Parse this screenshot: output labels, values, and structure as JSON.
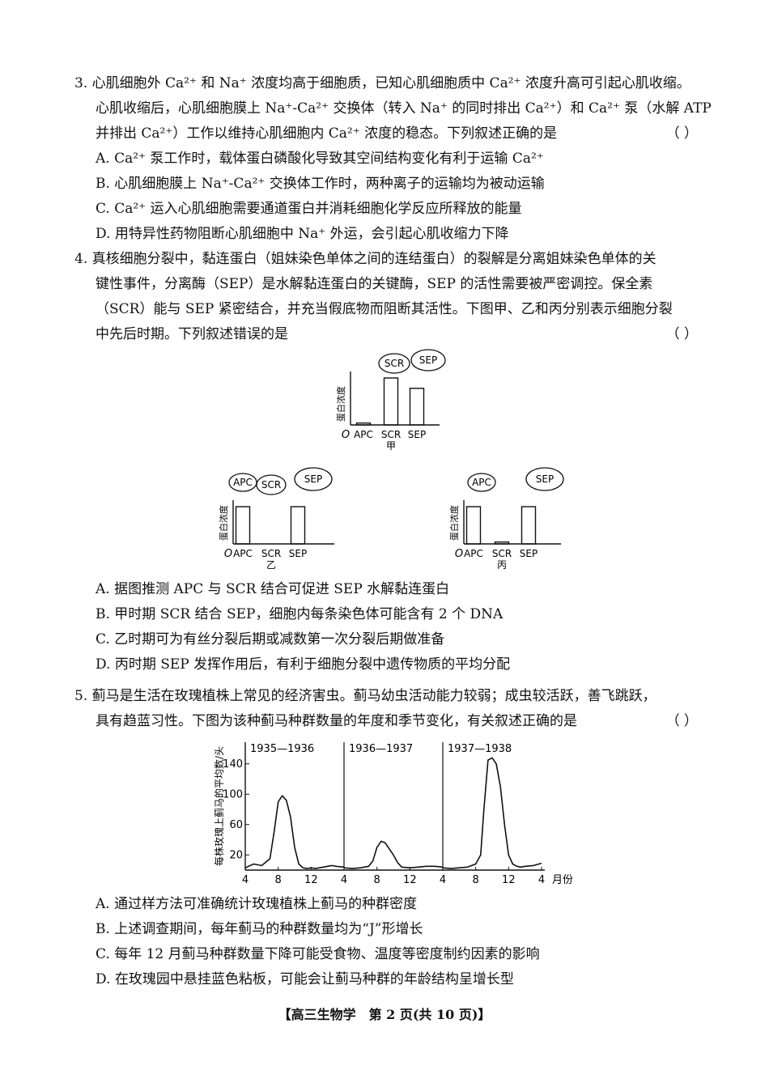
{
  "q3": {
    "lines": [
      "3. 心肌细胞外 Ca²⁺ 和 Na⁺ 浓度均高于细胞质，已知心肌细胞质中 Ca²⁺ 浓度升高可引起心肌收缩。",
      "心肌收缩后，心肌细胞膜上 Na⁺-Ca²⁺ 交换体（转入 Na⁺ 的同时排出 Ca²⁺）和 Ca²⁺ 泵（水解 ATP",
      "并排出 Ca²⁺）工作以维持心肌细胞内 Ca²⁺ 浓度的稳态。下列叙述正确的是"
    ],
    "bracket": "（    ）",
    "options": [
      "A. Ca²⁺ 泵工作时，载体蛋白磷酸化导致其空间结构变化有利于运输 Ca²⁺",
      "B. 心肌细胞膜上 Na⁺-Ca²⁺ 交换体工作时，两种离子的运输均为被动运输",
      "C. Ca²⁺ 运入心肌细胞需要通道蛋白并消耗细胞化学反应所释放的能量",
      "D. 用特异性药物阻断心肌细胞中 Na⁺ 外运，会引起心肌收缩力下降"
    ]
  },
  "q4": {
    "lines": [
      "4. 真核细胞分裂中，黏连蛋白（姐妹染色单体之间的连结蛋白）的裂解是分离姐妹染色单体的关",
      "键性事件，分离酶（SEP）是水解黏连蛋白的关键酶，SEP 的活性需要被严密调控。保全素",
      "（SCR）能与 SEP 紧密结合，并充当假底物而阻断其活性。下图甲、乙和丙分别表示细胞分裂",
      "中先后时期。下列叙述错误的是"
    ],
    "bracket": "（    ）",
    "options": [
      "A. 据图推测 APC 与 SCR 结合可促进 SEP 水解黏连蛋白",
      "B. 甲时期 SCR 结合 SEP，细胞内每条染色体可能含有 2 个 DNA",
      "C. 乙时期可为有丝分裂后期或减数第一次分裂后期做准备",
      "D. 丙时期 SEP 发挥作用后，有利于细胞分裂中遗传物质的平均分配"
    ]
  },
  "q5": {
    "lines": [
      "5. 蓟马是生活在玫瑰植株上常见的经济害虫。蓟马幼虫活动能力较弱；成虫较活跃，善飞跳跃，",
      "具有趋蓝习性。下图为该种蓟马种群数量的年度和季节变化，有关叙述正确的是"
    ],
    "bracket": "（    ）",
    "options": [
      "A. 通过样方法可准确统计玫瑰植株上蓟马的种群密度",
      "B. 上述调查期间，每年蓟马的种群数量均为“J”形增长",
      "C. 每年 12 月蓟马种群数量下降可能受食物、温度等密度制约因素的影响",
      "D. 在玫瑰园中悬挂蓝色粘板，可能会让蓟马种群的年龄结构呈增长型"
    ]
  },
  "chart_data": [
    {
      "type": "bar",
      "caption": "甲",
      "origin": "O",
      "ylabel": "蛋白浓度",
      "categories": [
        "APC",
        "SCR",
        "SEP"
      ],
      "values": [
        0.04,
        1.0,
        0.78
      ],
      "complex_labels": [
        "SCR",
        "SEP"
      ]
    },
    {
      "type": "bar",
      "caption": "乙",
      "origin": "O",
      "ylabel": "蛋白浓度",
      "categories": [
        "APC",
        "SCR",
        "SEP"
      ],
      "values": [
        1.0,
        0.0,
        1.0
      ],
      "complex_labels": [
        "APC",
        "SCR",
        "SEP"
      ]
    },
    {
      "type": "bar",
      "caption": "丙",
      "origin": "O",
      "ylabel": "蛋白浓度",
      "categories": [
        "APC",
        "SCR",
        "SEP"
      ],
      "values": [
        1.0,
        0.05,
        1.0
      ],
      "complex_labels": [
        "APC",
        "SEP"
      ]
    },
    {
      "type": "line",
      "ylabel": "每株玫瑰上蓟马的平均数/头",
      "xlabel": "月份",
      "x_ticks": [
        "4",
        "8",
        "12",
        "4",
        "8",
        "12",
        "4",
        "8",
        "12",
        "4"
      ],
      "y_ticks": [
        20,
        60,
        100,
        140
      ],
      "ylim": [
        0,
        160
      ],
      "periods": [
        "1935—1936",
        "1936—1937",
        "1937—1938"
      ],
      "series": [
        {
          "x": [
            0,
            1,
            2,
            3,
            3.5,
            4,
            4.5,
            5,
            5.5,
            6,
            6.5,
            7,
            7.5,
            8,
            8.5,
            9,
            9.5,
            10,
            10.5,
            11,
            12
          ],
          "y": [
            3,
            8,
            6,
            15,
            50,
            90,
            98,
            92,
            70,
            30,
            8,
            3,
            2,
            3,
            2,
            3,
            4,
            5,
            6,
            5,
            4
          ]
        },
        {
          "x": [
            0,
            1,
            2,
            3,
            3.5,
            4,
            4.5,
            5,
            5.5,
            6,
            6.5,
            7,
            8,
            9,
            10,
            11,
            12
          ],
          "y": [
            3,
            2,
            3,
            5,
            12,
            30,
            38,
            36,
            28,
            20,
            10,
            4,
            3,
            4,
            5,
            5,
            4
          ]
        },
        {
          "x": [
            0,
            1,
            2,
            3,
            4,
            4.6,
            5,
            5.5,
            6,
            6.5,
            7,
            7.5,
            8,
            8.5,
            9,
            9.5,
            10,
            11,
            12
          ],
          "y": [
            3,
            2,
            3,
            4,
            8,
            20,
            80,
            145,
            148,
            140,
            110,
            60,
            20,
            8,
            5,
            4,
            5,
            6,
            9
          ]
        }
      ]
    }
  ],
  "footer": "【高三生物学　第 2 页(共 10 页)】"
}
